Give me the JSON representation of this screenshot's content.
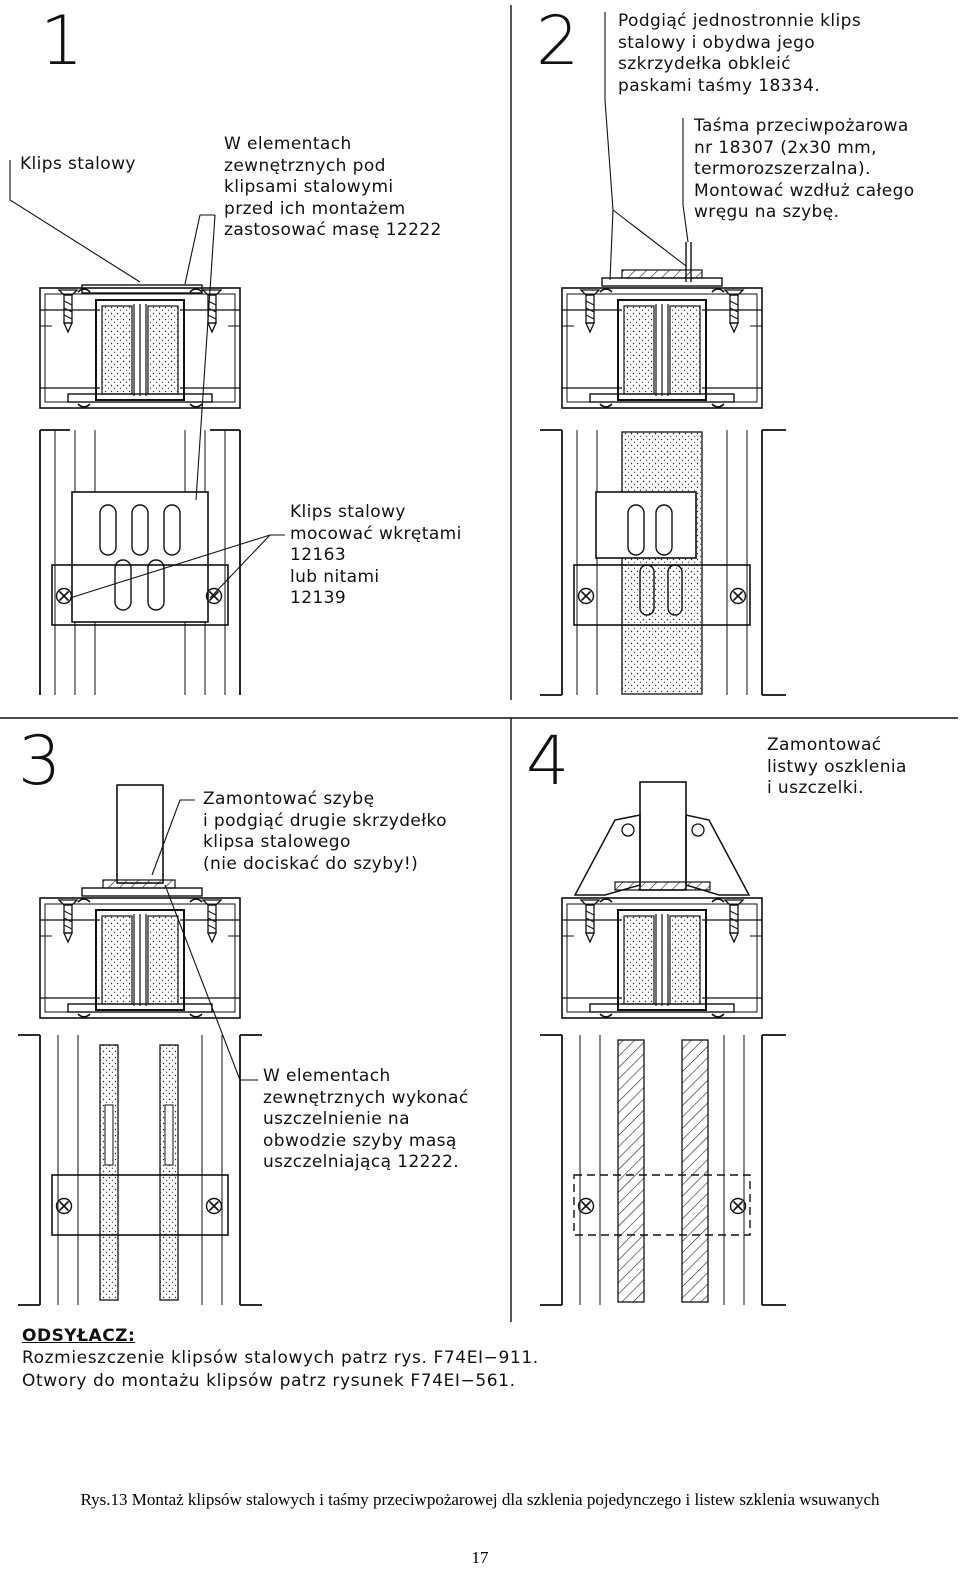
{
  "steps": [
    {
      "number": "1"
    },
    {
      "number": "2"
    },
    {
      "number": "3"
    },
    {
      "number": "4"
    }
  ],
  "labels": {
    "klips_stalowy": "Klips stalowy",
    "w_elementach_1": "W elementach\nzewnętrznych pod\nklipsami stalowymi\nprzed ich montażem\nzastosować masę 12222",
    "podgiac": "Podgiąć jednostronnie klips\nstalowy i obydwa jego\nszkrzydełka obkleić\npaskami taśmy 18334.",
    "tasma": "Taśma przeciwpożarowa\nnr 18307 (2x30 mm,\ntermorozszerzalna).\nMontować wzdłuż całego\nwręgu na szybę.",
    "klips_mocowac": "Klips stalowy\nmocować wkrętami\n12163\nlub nitami\n12139",
    "zamontowac_szybe": "Zamontować szybę\ni podgiąć drugie skrzydełko\nklipsa stalowego\n(nie dociskać do szyby!)",
    "zamontowac_listwy": "Zamontować\nlistwy oszklenia\ni uszczelki.",
    "w_elementach_2": "W elementach\nzewnętrznych wykonać\nuszczelnienie na\nobwodzie szyby masą\nuszczelniającą 12222."
  },
  "reference": {
    "title": "ODSYŁACZ:",
    "line1": "Rozmieszczenie klipsów stalowych patrz rys. F74EI−911.",
    "line2": "Otwory do montażu klipsów patrz rysunek F74EI−561."
  },
  "caption": "Rys.13 Montaż klipsów stalowych i taśmy przeciwpożarowej dla szklenia pojedynczego i listew szklenia wsuwanych",
  "page_number": "17"
}
